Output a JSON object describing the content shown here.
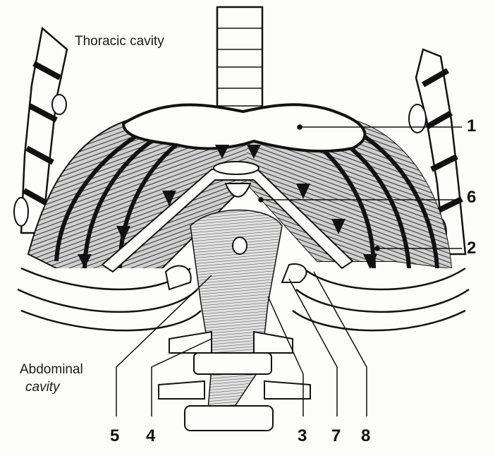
{
  "regions": {
    "thoracic": "Thoracic cavity",
    "abdominal_line1": "Abdominal",
    "abdominal_line2": "cavity"
  },
  "labels": {
    "l1": "1",
    "l2": "2",
    "l3": "3",
    "l4": "4",
    "l5": "5",
    "l6": "6",
    "l7": "7",
    "l8": "8"
  },
  "colors": {
    "ink": "#111111",
    "paper": "#fdfdfb",
    "shade": "#9a9a9a"
  }
}
